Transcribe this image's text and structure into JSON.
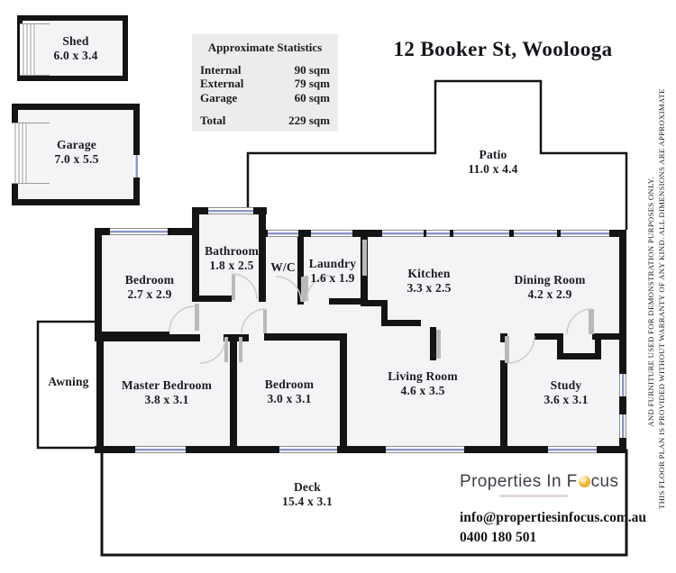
{
  "title": "12 Booker St, Woolooga",
  "stats": {
    "title": "Approximate Statistics",
    "rows": [
      {
        "label": "Internal",
        "value": "90 sqm"
      },
      {
        "label": "External",
        "value": "79 sqm"
      },
      {
        "label": "Garage",
        "value": "60 sqm"
      }
    ],
    "total": {
      "label": "Total",
      "value": "229 sqm"
    }
  },
  "rooms": [
    {
      "name": "Shed",
      "dims": "6.0 x 3.4"
    },
    {
      "name": "Garage",
      "dims": "7.0 x 5.5"
    },
    {
      "name": "Patio",
      "dims": "11.0 x 4.4"
    },
    {
      "name": "Bedroom",
      "dims": "2.7 x 2.9"
    },
    {
      "name": "Bathroom",
      "dims": "1.8 x 2.5"
    },
    {
      "name": "W/C",
      "dims": ""
    },
    {
      "name": "Laundry",
      "dims": "1.6 x 1.9"
    },
    {
      "name": "Kitchen",
      "dims": "3.3 x 2.5"
    },
    {
      "name": "Dining Room",
      "dims": "4.2 x 2.9"
    },
    {
      "name": "Master Bedroom",
      "dims": "3.8 x 3.1"
    },
    {
      "name": "Bedroom",
      "dims": "3.0 x 3.1"
    },
    {
      "name": "Living Room",
      "dims": "4.6 x 3.5"
    },
    {
      "name": "Study",
      "dims": "3.6 x 3.1"
    },
    {
      "name": "Awning",
      "dims": ""
    },
    {
      "name": "Deck",
      "dims": "15.4 x 3.1"
    }
  ],
  "branding": {
    "logo_prefix": "Properties In F",
    "logo_suffix": "cus",
    "accent_color": "#f0a41e",
    "wall_color": "#141414",
    "window_color": "#8b94c9",
    "email": "info@propertiesinfocus.com.au",
    "phone": "0400 180 501"
  },
  "disclaimer": {
    "line1": "THIS FLOOR PLAN IS PROVIDED WITHOUT WARRANTY OF ANY KIND. ALL DIMENSIONS ARE APPROXIMATE",
    "line2": "AND FURNITURE USED FOR DEMONSTRATION PURPOSES ONLY."
  }
}
